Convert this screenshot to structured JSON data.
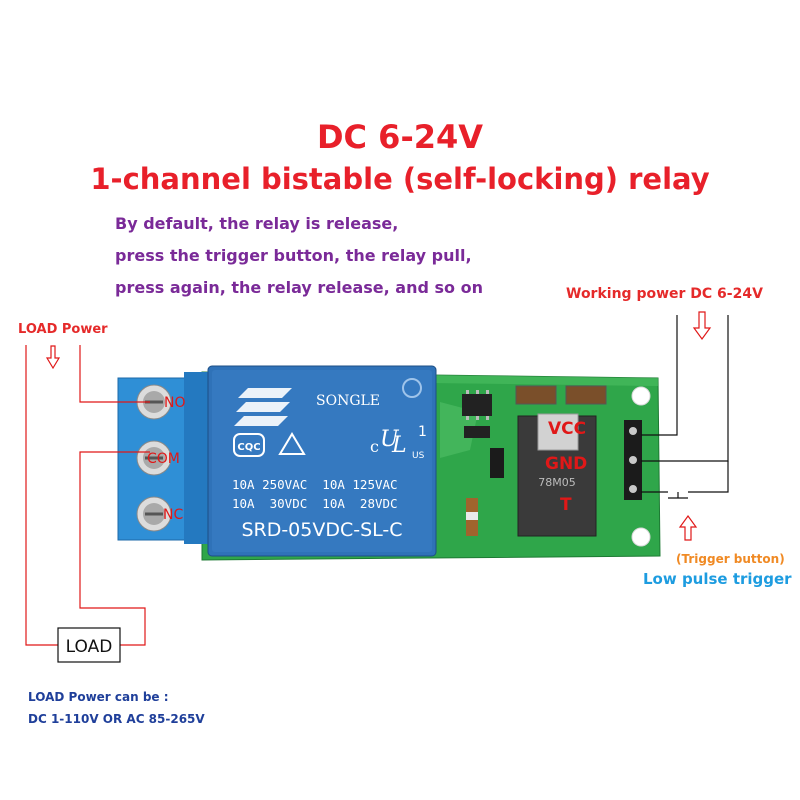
{
  "title": "DC 6-24V",
  "subtitle": "1-channel bistable (self-locking) relay",
  "description": [
    "By default, the relay is release,",
    "press the trigger button, the relay pull,",
    "press again, the relay release, and so on"
  ],
  "labels": {
    "working_power": "Working power DC 6-24V",
    "load_power": "LOAD Power",
    "trigger_button": "(Trigger button)",
    "low_pulse": "Low pulse trigger",
    "load": "LOAD",
    "load_note": [
      "LOAD Power can be :",
      "DC 1-110V OR AC 85-265V"
    ]
  },
  "terminals": [
    "NO",
    "COM",
    "NC"
  ],
  "pins": [
    "VCC",
    "GND",
    "T"
  ],
  "relay": {
    "brand": "SONGLE",
    "cert": "CQC",
    "ul_number": "1",
    "ratings": [
      "10A 250VAC  10A 125VAC",
      "10A  30VDC  10A  28VDC"
    ],
    "model": "SRD-05VDC-SL-C"
  },
  "regulator_text": "78M05",
  "colors": {
    "title": "#e8202a",
    "description": "#7a2a98",
    "annotation_red": "#e52a2a",
    "trigger": "#f08a24",
    "low_pulse": "#1d9ce0",
    "note": "#1f3f9a",
    "pcb": "#2fa64a",
    "relay_body": "#2f72b8",
    "terminal_block": "#2f8fd6"
  }
}
